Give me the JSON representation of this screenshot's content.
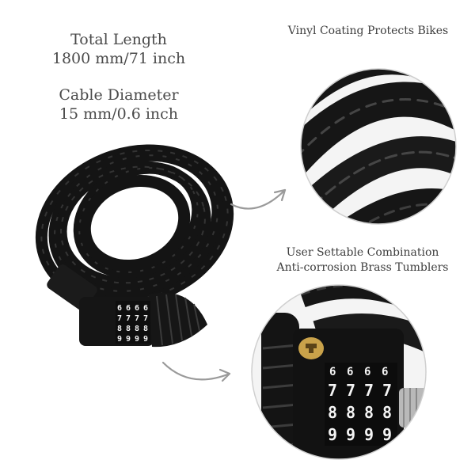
{
  "specs": {
    "length_label": "Total Length",
    "length_value": "1800 mm/71 inch",
    "diameter_label": "Cable Diameter",
    "diameter_value": "15 mm/0.6 inch"
  },
  "callouts": {
    "vinyl_caption": "Vinyl Coating Protects Bikes",
    "combo_caption_line1": "User Settable Combination",
    "combo_caption_line2": "Anti-corrosion Brass Tumblers"
  },
  "lock": {
    "dial_rows": [
      [
        "6",
        "6",
        "6",
        "6"
      ],
      [
        "7",
        "7",
        "7",
        "7"
      ],
      [
        "8",
        "8",
        "8",
        "8"
      ],
      [
        "9",
        "9",
        "9",
        "9"
      ]
    ]
  },
  "colors": {
    "cable": "#141414",
    "circle_border": "#cfcfcf",
    "arrow": "#9a9a9a",
    "text": "#4a4a4a"
  }
}
